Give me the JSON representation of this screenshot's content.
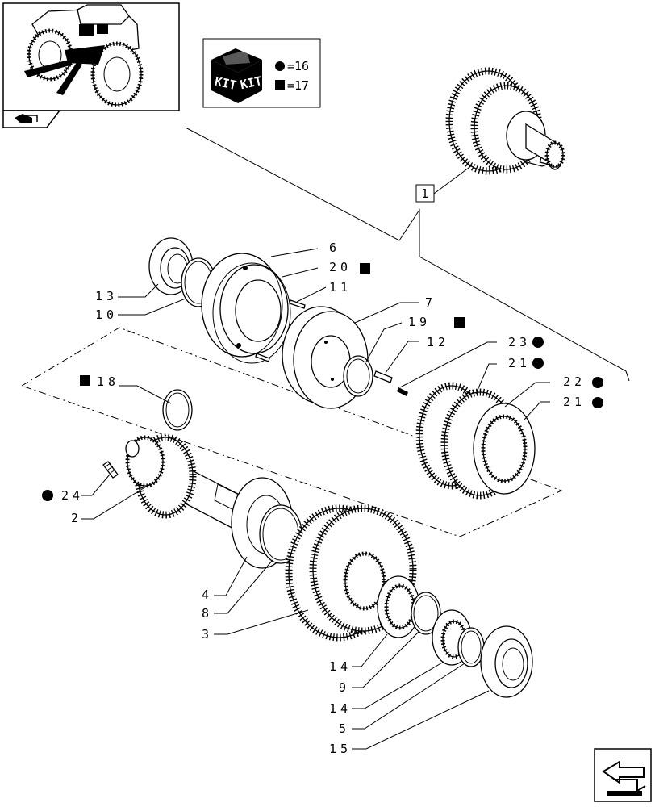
{
  "kit_legend": {
    "kit_label": "KIT",
    "circle_symbol_value": "=16",
    "square_symbol_value": "=17"
  },
  "assembly_box_label": "1",
  "callouts": {
    "c6": "6",
    "c20": "20",
    "c11": "11",
    "c13": "13",
    "c10": "10",
    "c7": "7",
    "c19": "19",
    "c12": "12",
    "c23": "23",
    "c21a": "21",
    "c22": "22",
    "c21b": "21",
    "c18": "18",
    "c24": "24",
    "c2": "2",
    "c4": "4",
    "c8": "8",
    "c3": "3",
    "c14a": "14",
    "c9": "9",
    "c14b": "14",
    "c5": "5",
    "c15": "15"
  }
}
